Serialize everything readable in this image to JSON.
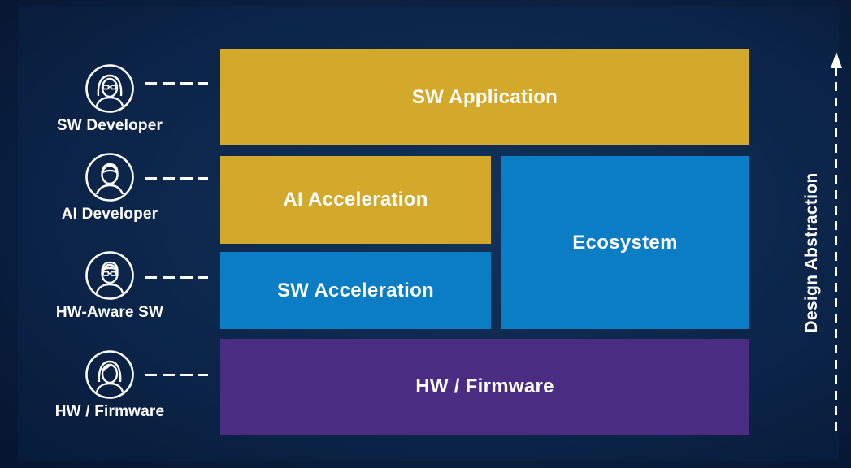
{
  "roles": [
    {
      "label": "SW Developer",
      "icon": "woman-glasses-icon"
    },
    {
      "label": "AI Developer",
      "icon": "man-icon"
    },
    {
      "label": "HW-Aware SW",
      "icon": "man-glasses-icon"
    },
    {
      "label": "HW / Firmware",
      "icon": "woman-icon"
    }
  ],
  "layers": {
    "sw_application": "SW Application",
    "ai_acceleration": "AI Acceleration",
    "sw_acceleration": "SW Acceleration",
    "ecosystem": "Ecosystem",
    "hw_firmware": "HW / Firmware"
  },
  "axis_label": "Design Abstraction",
  "colors": {
    "background": "#0b2447",
    "gold": "#d2a92b",
    "blue": "#0b7dc4",
    "purple": "#4a2d82",
    "foreground": "#ffffff"
  }
}
